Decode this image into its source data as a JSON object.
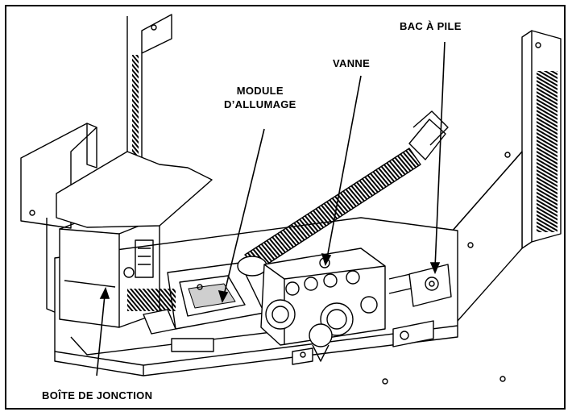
{
  "labels": {
    "bac_a_pile": "BAC À PILE",
    "vanne": "VANNE",
    "module_line1": "MODULE",
    "module_line2": "D’ALLUMAGE",
    "boite": "BOÎTE DE JONCTION"
  },
  "colors": {
    "line": "#000000",
    "background": "#ffffff",
    "shade": "#9a9a9a"
  }
}
